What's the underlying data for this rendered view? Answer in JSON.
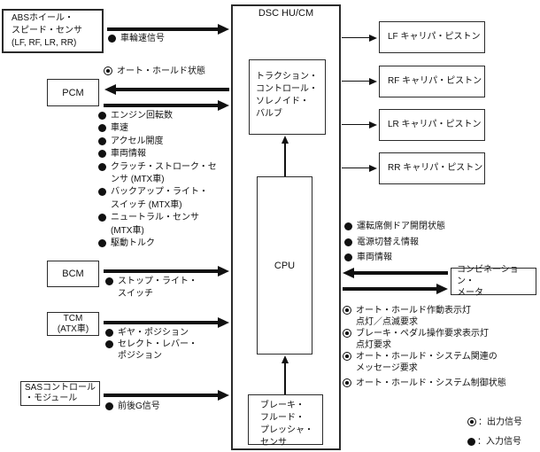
{
  "diagram": {
    "title": "DSC HU/CM",
    "boxes": {
      "abs": "ABSホイール・\nスピード・センサ\n(LF, RF, LR, RR)",
      "pcm": "PCM",
      "bcm": "BCM",
      "tcm": "TCM\n(ATX車)",
      "sas": "SASコントロール\n・モジュール",
      "solenoid": "トラクション・\nコントロール・\nソレノイド・\nバルブ",
      "cpu": "CPU",
      "brake_sensor": "ブレーキ・\nフルード・\nプレッシャ・\nセンサ",
      "caliper_lf": "LF キャリパ・ピストン",
      "caliper_rf": "RF キャリパ・ピストン",
      "caliper_lr": "LR キャリパ・ピストン",
      "caliper_rr": "RR キャリパ・ピストン",
      "combination_meter": "コンビネーション・\nメータ"
    },
    "signals": {
      "wheel_speed": "車輪速信号",
      "auto_hold_state": "オート・ホールド状態",
      "pcm_inputs": [
        "エンジン回転数",
        "車速",
        "アクセル開度",
        "車両情報",
        "クラッチ・ストローク・セ\nンサ (MTX車)",
        "バックアップ・ライト・\nスイッチ (MTX車)",
        "ニュートラル・センサ\n(MTX車)",
        "駆動トルク"
      ],
      "bcm_input": "ストップ・ライト・\nスイッチ",
      "tcm_inputs": [
        "ギヤ・ポジション",
        "セレクト・レバー・\nポジション"
      ],
      "sas_input": "前後G信号",
      "meter_inputs": [
        "運転席側ドア開閉状態",
        "電源切替え情報",
        "車両情報"
      ],
      "meter_outputs": [
        "オート・ホールド作動表示灯\n点灯／点滅要求",
        "ブレーキ・ペダル操作要求表示灯\n点灯要求",
        "オート・ホールド・システム関連の\nメッセージ要求",
        "オート・ホールド・システム制御状態"
      ]
    },
    "legend": {
      "output_label": "：出力信号",
      "input_label": "：入力信号"
    },
    "colors": {
      "line": "#111111",
      "background": "#ffffff"
    }
  }
}
